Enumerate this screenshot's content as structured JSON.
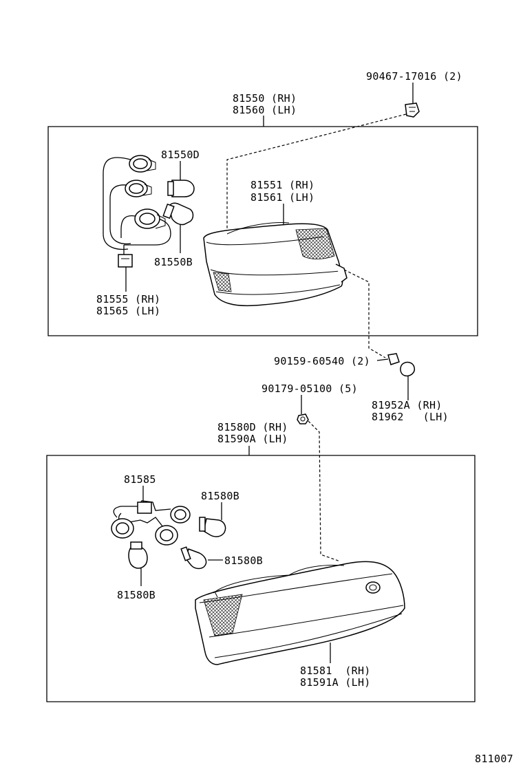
{
  "diagram": {
    "labels": {
      "l90467": "90467-17016 (2)",
      "l81550": "81550 (RH)",
      "l81560": "81560 (LH)",
      "l81550D": "81550D",
      "l81551": "81551 (RH)",
      "l81561": "81561 (LH)",
      "l81550B": "81550B",
      "l81555": "81555 (RH)",
      "l81565": "81565 (LH)",
      "l90159": "90159-60540 (2)",
      "l90179": "90179-05100 (5)",
      "l81952A": "81952A (RH)",
      "l81962": "81962   (LH)",
      "l81580D": "81580D (RH)",
      "l81590A": "81590A (LH)",
      "l81585": "81585",
      "l81580B_a": "81580B",
      "l81580B_b": "81580B",
      "l81580B_c": "81580B",
      "l81581": "81581  (RH)",
      "l81591A": "81591A (LH)",
      "drawing_no": "811007"
    }
  }
}
